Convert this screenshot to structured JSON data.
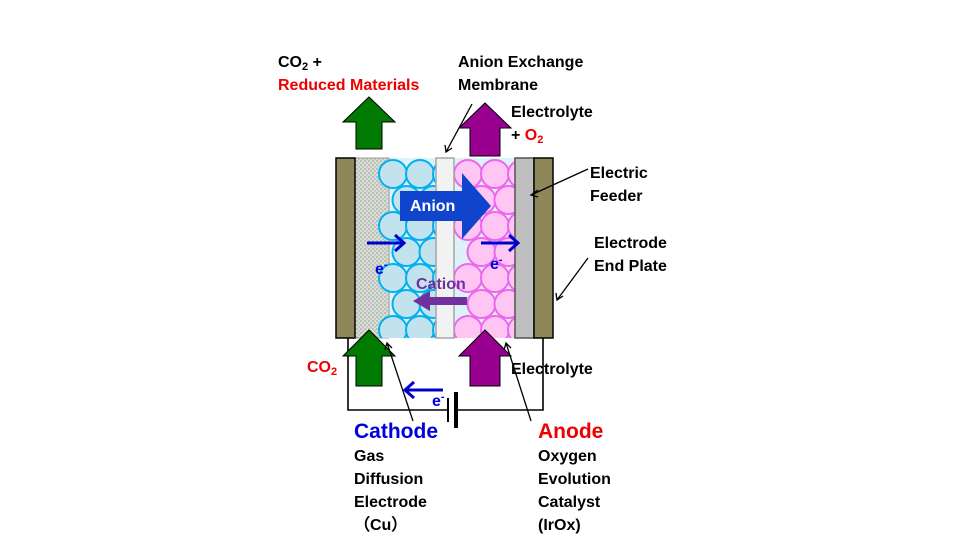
{
  "products": {
    "co2": "CO",
    "sub": "2",
    "plus": " +",
    "reduced": "Reduced Materials"
  },
  "membrane": {
    "line1": "Anion Exchange",
    "line2": "Membrane"
  },
  "anode_out": {
    "line1": "Electrolyte",
    "plus": "+ ",
    "o2": "O",
    "sub": "2"
  },
  "feeder": {
    "line1": "Electric",
    "line2": "Feeder"
  },
  "end_plate": {
    "line1": "Electrode",
    "line2": "End Plate"
  },
  "co2_in": {
    "co2": "CO",
    "sub": "2"
  },
  "electrolyte_in": "Electrolyte",
  "anion": "Anion",
  "cation": "Cation",
  "electron": {
    "e": "e",
    "sup": "-"
  },
  "cathode": {
    "title": "Cathode",
    "lines": [
      "Gas",
      "Diffusion",
      "Electrode",
      "（Cu）"
    ]
  },
  "anode": {
    "title": "Anode",
    "lines": [
      "Oxygen",
      "Evolution",
      "Catalyst",
      "(IrOx)"
    ]
  },
  "colors": {
    "end_plate": "#8e875a",
    "cathode_circle_fill": "#c2e2ee",
    "cathode_circle_stroke": "#00b0f0",
    "anode_circle_fill": "#ffc6f4",
    "anode_circle_stroke": "#ee66ee",
    "green_arrow": "#007a00",
    "purple_arrow": "#99008f",
    "anion_arrow": "#1144cc",
    "cation_arrow": "#7030a0",
    "electron_arrow": "#0000cc"
  }
}
